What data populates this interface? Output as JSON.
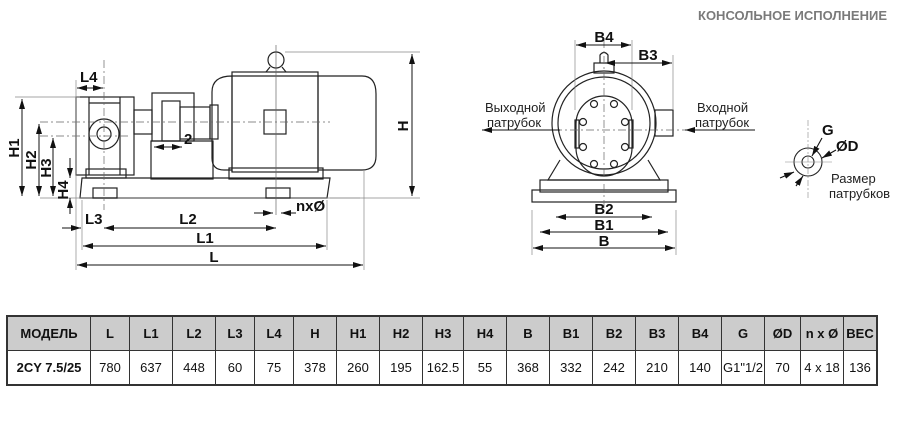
{
  "title": "КОНСОЛЬНОЕ ИСПОЛНЕНИЕ",
  "side_view": {
    "dimension_labels": [
      "L4",
      "H1",
      "H2",
      "H3",
      "H4",
      "2",
      "H",
      "nxØ",
      "L3",
      "L2",
      "L1",
      "L"
    ]
  },
  "front_view": {
    "dimension_labels": [
      "B4",
      "B3",
      "B2",
      "B1",
      "B"
    ],
    "outlet_label_line1": "Выходной",
    "outlet_label_line2": "патрубок",
    "inlet_label_line1": "Входной",
    "inlet_label_line2": "патрубок"
  },
  "port_detail": {
    "g_label": "G",
    "d_label": "ØD",
    "caption_line1": "Размер",
    "caption_line2": "патрубков"
  },
  "table": {
    "headers": [
      "МОДЕЛЬ",
      "L",
      "L1",
      "L2",
      "L3",
      "L4",
      "H",
      "H1",
      "H2",
      "H3",
      "H4",
      "B",
      "B1",
      "B2",
      "B3",
      "B4",
      "G",
      "ØD",
      "n x Ø",
      "ВЕС"
    ],
    "rows": [
      [
        "2CY 7.5/25",
        "780",
        "637",
        "448",
        "60",
        "75",
        "378",
        "260",
        "195",
        "162.5",
        "55",
        "368",
        "332",
        "242",
        "210",
        "140",
        "G1\"1/2",
        "70",
        "4 x 18",
        "136"
      ]
    ]
  }
}
